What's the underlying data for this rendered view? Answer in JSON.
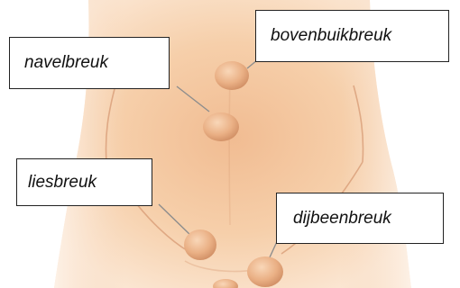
{
  "labels": {
    "navel": "navelbreuk",
    "boven": "bovenbuikbreuk",
    "lies": "liesbreuk",
    "dijbeen": "dijbeenbreuk"
  },
  "colors": {
    "skin_light": "#f7d5b4",
    "skin_mid": "#eeb489",
    "skin_dark": "#d9936a",
    "line": "#8d8d8d",
    "bulge": "#e6a77a",
    "box_border": "#222222"
  }
}
